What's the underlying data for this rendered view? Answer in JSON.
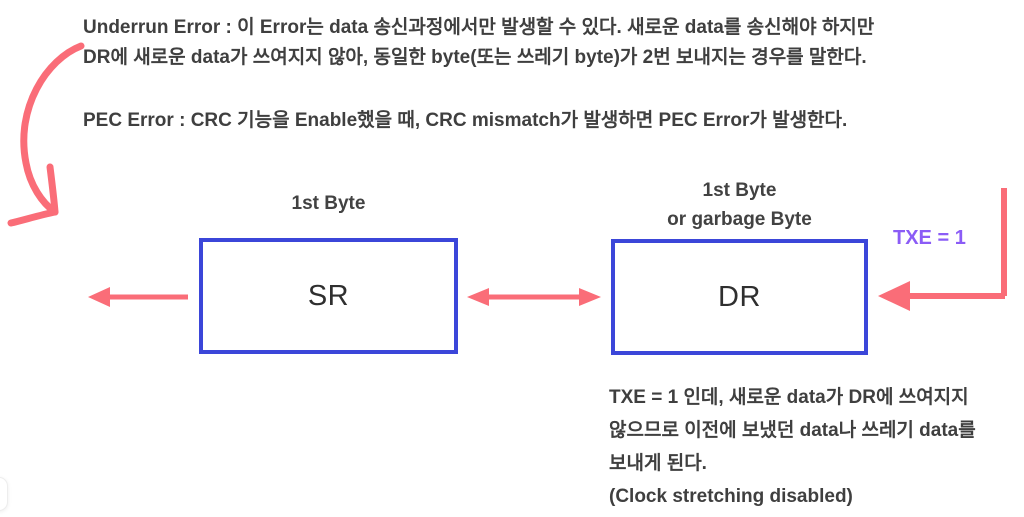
{
  "colors": {
    "box_border": "#3B46D9",
    "arrow_pink": "#FA6D78",
    "txe_purple": "#8B5CF6",
    "text": "#3F3F3F"
  },
  "underrun": {
    "lines": [
      "Underrun Error : 이 Error는 data 송신과정에서만 발생할 수 있다. 새로운 data를 송신해야 하지만",
      "DR에 새로운 data가 쓰여지지 않아, 동일한 byte(또는 쓰레기 byte)가 2번 보내지는 경우를 말한다."
    ]
  },
  "pec": {
    "line": "PEC Error : CRC 기능을 Enable했을 때, CRC mismatch가 발생하면 PEC Error가 발생한다."
  },
  "diagram": {
    "sr_box": {
      "label": "SR",
      "caption": "1st Byte"
    },
    "dr_box": {
      "label": "DR",
      "caption_line1": "1st Byte",
      "caption_line2": "or garbage Byte"
    },
    "txe_label": "TXE = 1"
  },
  "note": {
    "lines": [
      "TXE = 1 인데, 새로운 data가 DR에 쓰여지지",
      "않으므로 이전에 보냈던 data나 쓰레기 data를",
      "보내게 된다.",
      "(Clock stretching disabled)"
    ]
  }
}
